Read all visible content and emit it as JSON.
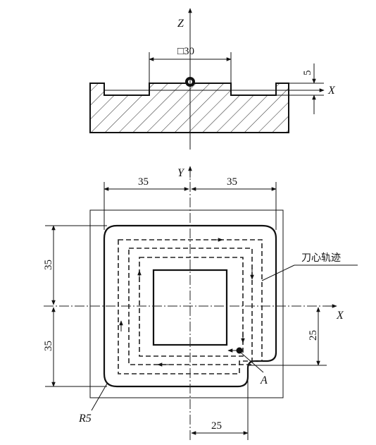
{
  "labels": {
    "z_axis": "Z",
    "x_axis_section": "X",
    "y_axis_plan": "Y",
    "x_axis_plan": "X",
    "square_30": "□30",
    "depth_5": "5",
    "top_35_left": "35",
    "top_35_right": "35",
    "left_35_upper": "35",
    "left_35_lower": "35",
    "right_25": "25",
    "bottom_25": "25",
    "radius": "R5",
    "point_a": "A",
    "tool_path": "刀心轨迹"
  },
  "colors": {
    "ink": "#111111",
    "hatch": "#333333",
    "background": "#ffffff"
  }
}
